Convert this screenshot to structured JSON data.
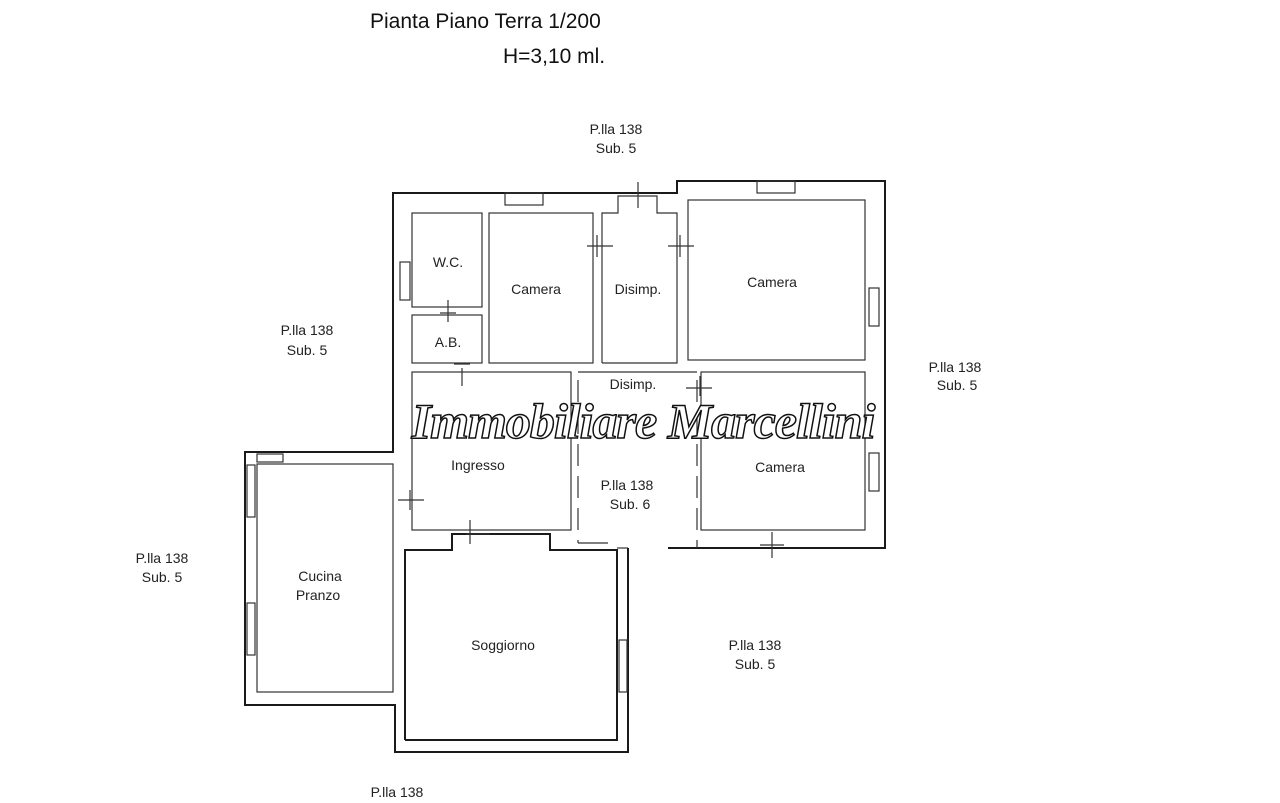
{
  "title": "Pianta Piano Terra 1/200",
  "height_note": "H=3,10 ml.",
  "watermark": "Immobiliare Marcellini",
  "rooms": {
    "wc": "W.C.",
    "camera_1": "Camera",
    "disimp_1": "Disimp.",
    "camera_2": "Camera",
    "ab": "A.B.",
    "disimp_2": "Disimp.",
    "ingresso": "Ingresso",
    "camera_3": "Camera",
    "cucina_line1": "Cucina",
    "cucina_line2": "Pranzo",
    "soggiorno": "Soggiorno"
  },
  "parcels": [
    {
      "line1": "P.lla 138",
      "line2": "Sub. 5"
    },
    {
      "line1": "P.lla 138",
      "line2": "Sub. 5"
    },
    {
      "line1": "P.lla 138",
      "line2": "Sub. 5"
    },
    {
      "line1": "P.lla 138",
      "line2": "Sub. 5"
    },
    {
      "line1": "P.lla 138",
      "line2": "Sub. 5"
    },
    {
      "line1": "P.lla 138",
      "line2": "Sub. 6"
    },
    {
      "line1": "P.lla 138"
    }
  ]
}
